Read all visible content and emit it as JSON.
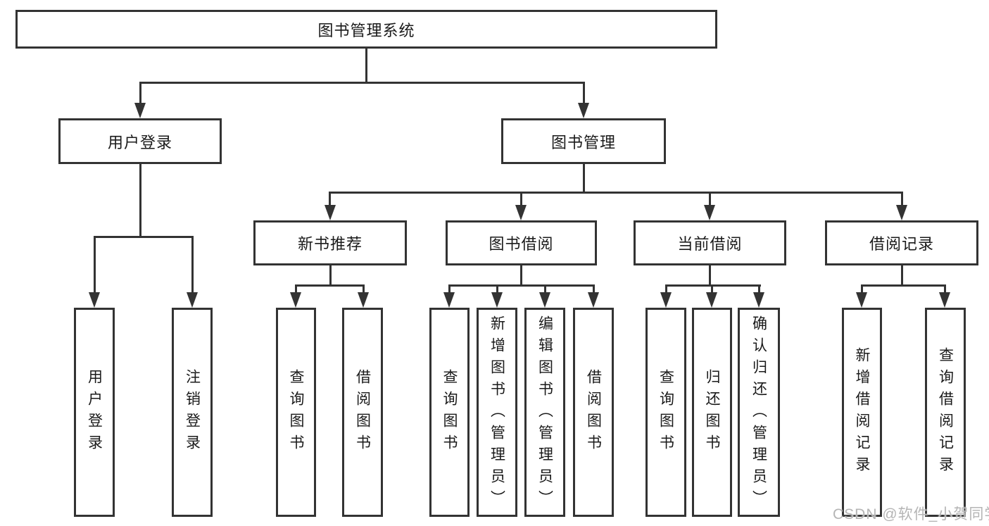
{
  "colors": {
    "background": "#ffffff",
    "line": "#333333",
    "box_border": "#333333",
    "text": "#1a1a1a",
    "watermark": "#b5b5b5"
  },
  "diagram": {
    "root": {
      "label": "图书管理系统"
    },
    "level2": [
      {
        "id": "user-login",
        "label": "用户登录",
        "parent": "图书管理系统"
      },
      {
        "id": "book-management",
        "label": "图书管理",
        "parent": "图书管理系统"
      }
    ],
    "level3": [
      {
        "id": "new-book-recommend",
        "label": "新书推荐",
        "parent": "图书管理"
      },
      {
        "id": "book-borrowing",
        "label": "图书借阅",
        "parent": "图书管理"
      },
      {
        "id": "current-borrowing",
        "label": "当前借阅",
        "parent": "图书管理"
      },
      {
        "id": "borrowing-records",
        "label": "借阅记录",
        "parent": "图书管理"
      }
    ],
    "leaves": {
      "user_login": [
        "用户登录",
        "注销登录"
      ],
      "new_book_recommend": [
        "查询图书",
        "借阅图书"
      ],
      "book_borrowing": [
        "查询图书",
        "新增图书（管理员）",
        "编辑图书（管理员）",
        "借阅图书"
      ],
      "current_borrowing": [
        "查询图书",
        "归还图书",
        "确认归还（管理员）"
      ],
      "borrowing_records": [
        "新增借阅记录",
        "查询借阅记录"
      ]
    }
  },
  "watermark": {
    "text": "CSDN @软件_小贺同学"
  }
}
